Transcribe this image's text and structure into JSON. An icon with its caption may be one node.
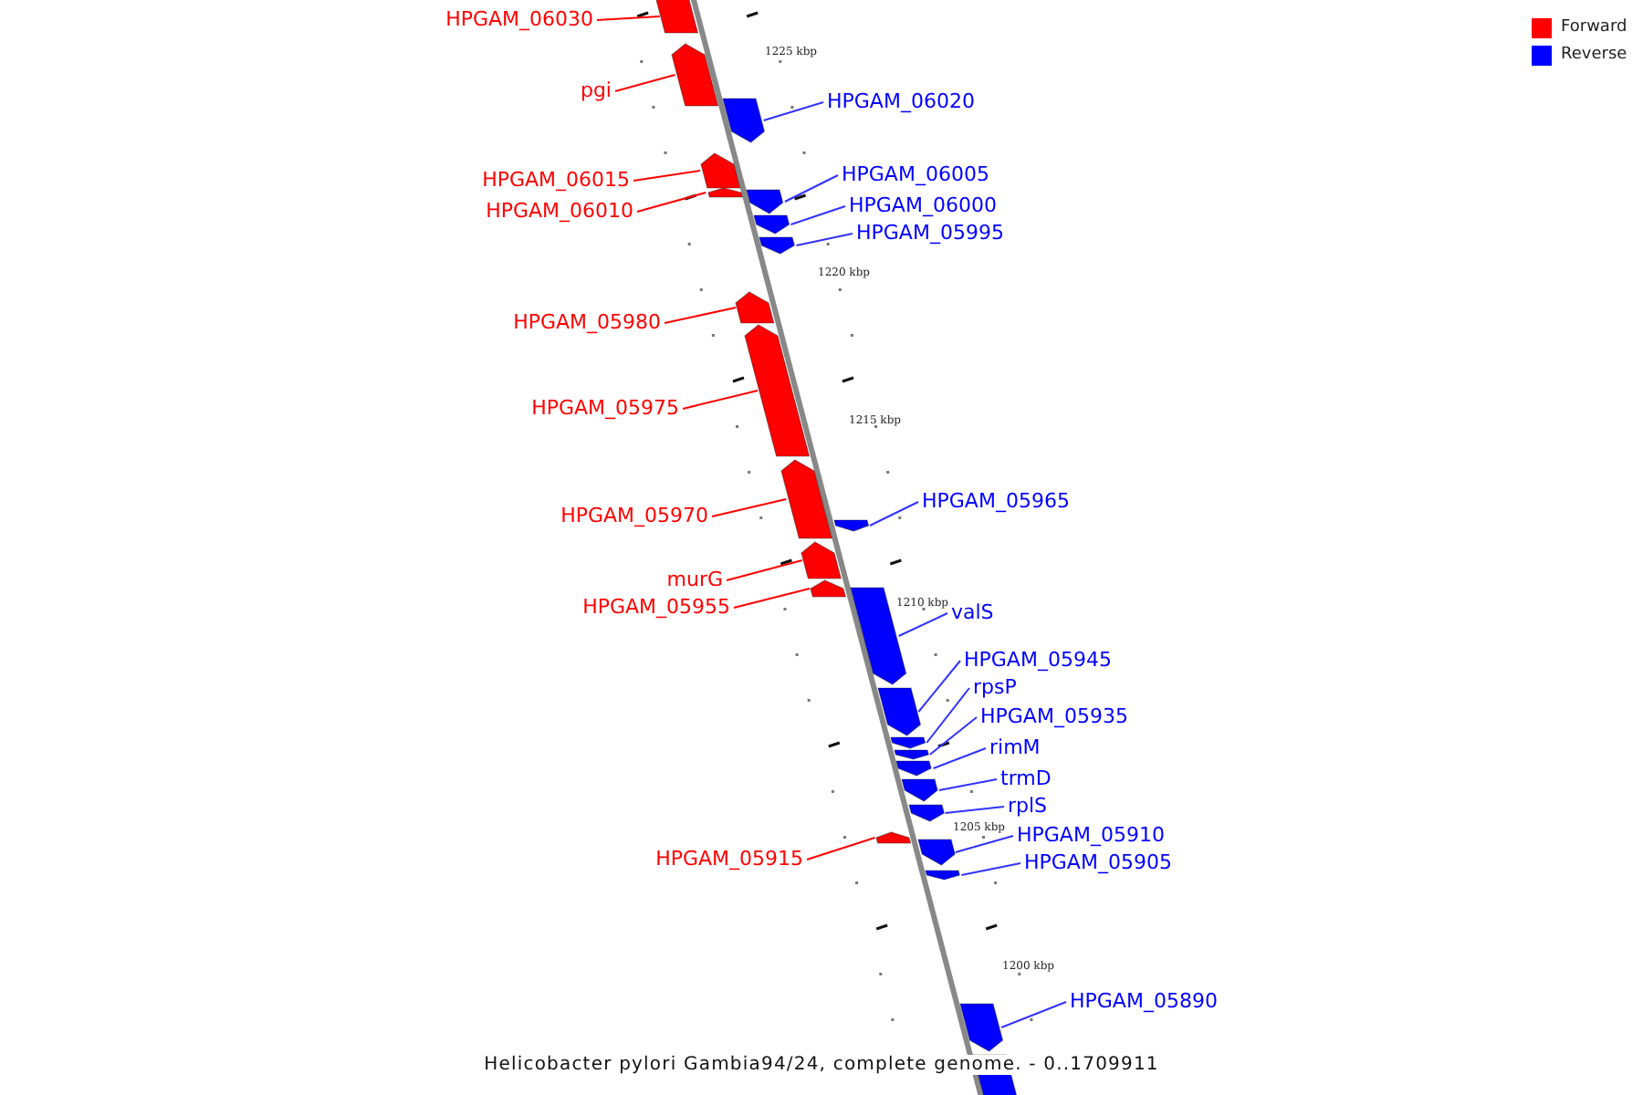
{
  "diagram": {
    "caption": "Helicobacter pylori Gambia94/24, complete genome. - 0..1709911",
    "nodes": [
      {
        "text": [
          "HPGAM_06030"
        ]
      },
      {
        "text": [
          "pgi"
        ]
      },
      {
        "text": [
          "HPGAM_06020"
        ]
      },
      {
        "text": [
          "HPGAM_06005"
        ]
      },
      {
        "text": [
          "HPGAM_06015"
        ]
      },
      {
        "text": [
          "HPGAM_06000"
        ]
      },
      {
        "text": [
          "HPGAM_06010"
        ]
      },
      {
        "text": [
          "HPGAM_05995"
        ]
      },
      {
        "text": [
          "HPGAM_05980"
        ]
      },
      {
        "text": [
          "HPGAM_05975"
        ]
      },
      {
        "text": [
          "HPGAM_05965"
        ]
      },
      {
        "text": [
          "HPGAM_05970"
        ]
      },
      {
        "text": [
          "murG"
        ]
      },
      {
        "text": [
          "HPGAM_05955"
        ]
      },
      {
        "text": [
          "valS"
        ]
      },
      {
        "text": [
          "HPGAM_05945"
        ]
      },
      {
        "text": [
          "rpsP"
        ]
      },
      {
        "text": [
          "HPGAM_05935"
        ]
      },
      {
        "text": [
          "rimM"
        ]
      },
      {
        "text": [
          "trmD"
        ]
      },
      {
        "text": [
          "rplS"
        ]
      },
      {
        "text": [
          "HPGAM_05910"
        ]
      },
      {
        "text": [
          "HPGAM_05915"
        ]
      },
      {
        "text": [
          "HPGAM_05905"
        ]
      },
      {
        "text": [
          "HPGAM_05890"
        ]
      },
      {
        "text": [],
        "shape": "bar"
      },
      {
        "text": [],
        "shape": "bar"
      },
      {
        "text": [],
        "shape": "bar"
      },
      {
        "text": [],
        "shape": "bar"
      },
      {
        "text": [],
        "shape": "bar"
      },
      {
        "text": [],
        "shape": "bar"
      },
      {
        "text": [],
        "shape": "bar"
      },
      {
        "text": [],
        "shape": "bar"
      },
      {
        "text": [],
        "shape": "bar"
      },
      {
        "text": [],
        "shape": "bar"
      },
      {
        "text": [],
        "shape": "bar"
      },
      {
        "text": [],
        "shape": "bar"
      },
      {
        "text": [],
        "shape": "bar"
      },
      {
        "text": [],
        "shape": "bar"
      },
      {
        "text": [],
        "shape": "bar"
      },
      {
        "text": [],
        "shape": "bar"
      },
      {
        "text": [],
        "shape": "bar"
      },
      {
        "text": [],
        "shape": "bar"
      },
      {
        "text": [],
        "shape": "bar"
      },
      {
        "text": [],
        "shape": "bar"
      },
      {
        "text": [],
        "shape": "bar"
      },
      {
        "text": [],
        "shape": "bar"
      },
      {
        "text": [],
        "shape": "bar"
      },
      {
        "text": [],
        "shape": "bar"
      },
      {
        "text": [],
        "shape": "bar"
      }
    ],
    "edges": [
      {
        "from": 0,
        "to": 25,
        "arrow": "none",
        "color": "#ff0000"
      },
      {
        "from": 1,
        "to": 26,
        "arrow": "none",
        "color": "#ff0000"
      },
      {
        "from": 2,
        "to": 27,
        "arrow": "none"
      },
      {
        "from": 3,
        "to": 28,
        "arrow": "none"
      },
      {
        "from": 4,
        "to": 29,
        "arrow": "none",
        "color": "#ff0000"
      },
      {
        "from": 5,
        "to": 30,
        "arrow": "none"
      },
      {
        "from": 6,
        "to": 31,
        "arrow": "none",
        "color": "#ff0000"
      },
      {
        "from": 7,
        "to": 32,
        "arrow": "none"
      },
      {
        "from": 8,
        "to": 33,
        "arrow": "none",
        "color": "#ff0000"
      },
      {
        "from": 9,
        "to": 34,
        "arrow": "none",
        "color": "#ff0000"
      },
      {
        "from": 10,
        "to": 35,
        "arrow": "none"
      },
      {
        "from": 11,
        "to": 36,
        "arrow": "none",
        "color": "#ff0000"
      },
      {
        "from": 12,
        "to": 37,
        "arrow": "none",
        "color": "#ff0000"
      },
      {
        "from": 13,
        "to": 38,
        "arrow": "none",
        "color": "#ff0000"
      },
      {
        "from": 14,
        "to": 39,
        "arrow": "none"
      },
      {
        "from": 15,
        "to": 40,
        "arrow": "none"
      },
      {
        "from": 16,
        "to": 41,
        "arrow": "none"
      },
      {
        "from": 17,
        "to": 42,
        "arrow": "none"
      },
      {
        "from": 18,
        "to": 43,
        "arrow": "none"
      },
      {
        "from": 19,
        "to": 44,
        "arrow": "none"
      },
      {
        "from": 20,
        "to": 45,
        "arrow": "none"
      },
      {
        "from": 21,
        "to": 46,
        "arrow": "none"
      },
      {
        "from": 22,
        "to": 47,
        "arrow": "none",
        "color": "#ff0000"
      },
      {
        "from": 23,
        "to": 48,
        "arrow": "none"
      },
      {
        "from": 24,
        "to": 49,
        "arrow": "none"
      }
    ],
    "labels": [
      "1225 kbp",
      "1220 kbp",
      "1215 kbp",
      "1210 kbp",
      "1205 kbp",
      "1200 kbp"
    ],
    "legend": [
      {
        "text": "Forward",
        "color": "#ff0000"
      },
      {
        "text": "Reverse",
        "color": "#0000ff"
      }
    ]
  }
}
